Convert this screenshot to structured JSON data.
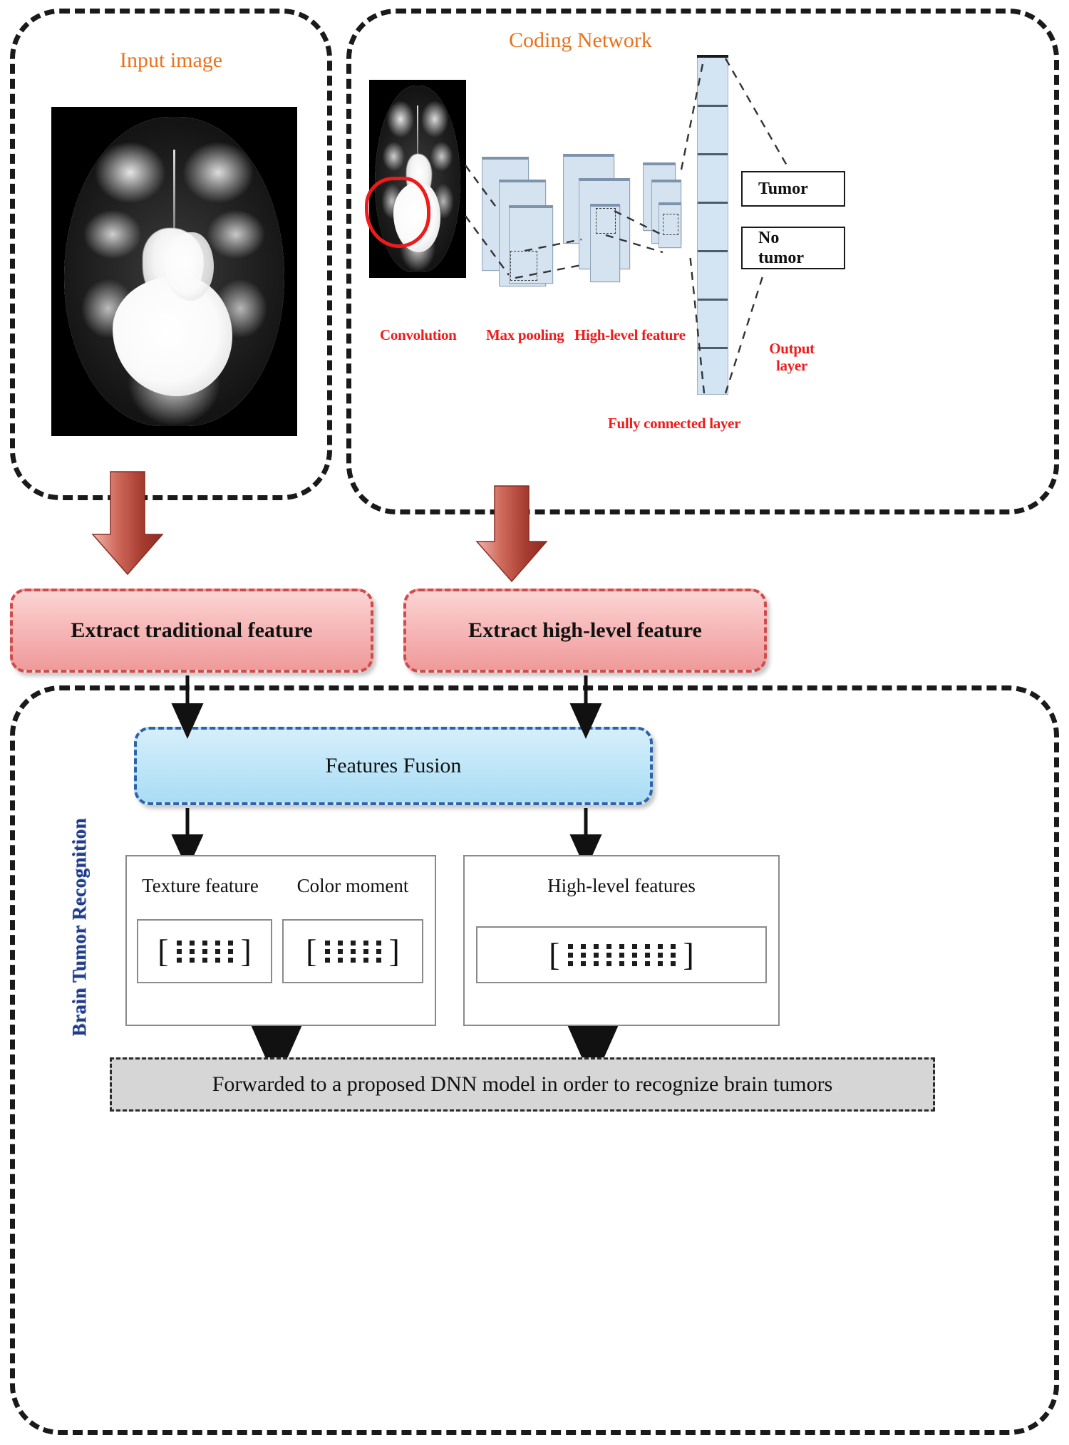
{
  "panels": {
    "input_image": {
      "title": "Input image"
    },
    "coding_network": {
      "title": "Coding Network"
    },
    "recognition": {
      "vertical_title": "Brain Tumor Recognition"
    }
  },
  "cnn": {
    "labels": {
      "convolution": "Convolution",
      "max_pooling": "Max pooling",
      "high_level_feature": "High-level feature",
      "output_layer": "Output layer",
      "fully_connected_layer": "Fully connected layer"
    },
    "outputs": [
      {
        "label": "Tumor"
      },
      {
        "label": "No\ntumor"
      }
    ]
  },
  "pipeline": {
    "extract_traditional": "Extract traditional feature",
    "extract_high_level": "Extract high-level feature",
    "features_fusion": "Features Fusion",
    "feature_boxes": [
      {
        "label": "Texture feature",
        "dots": 6
      },
      {
        "label": "Color moment",
        "dots": 6
      },
      {
        "label": "High-level features",
        "dots": 10
      }
    ],
    "dnn_statement": "Forwarded to a proposed DNN model in order to recognize brain tumors"
  },
  "colors": {
    "panel_title": "#E8721C",
    "red_label": "#EE1C1C",
    "feature_box_border": "#CF4C4C",
    "fusion_border": "#2F62A8",
    "vertical_title": "#1F3C8C",
    "block_fill": "#D5E3F0",
    "tumor_outline": "#EE1B1B"
  }
}
